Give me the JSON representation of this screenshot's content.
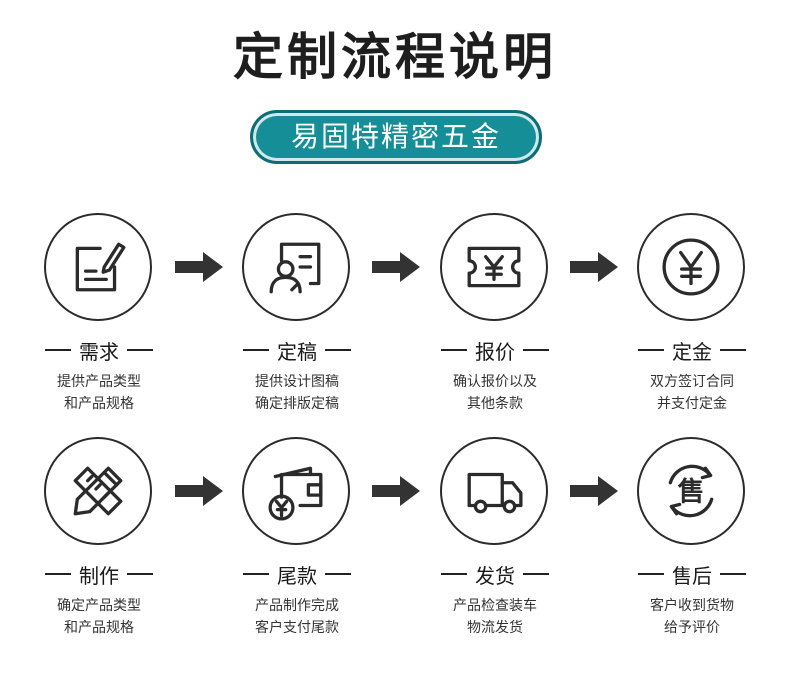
{
  "title": "定制流程说明",
  "subtitle": "易固特精密五金",
  "steps": [
    {
      "label": "需求",
      "line1": "提供产品类型",
      "line2": "和产品规格",
      "icon": "edit-document-icon"
    },
    {
      "label": "定稿",
      "line1": "提供设计图稿",
      "line2": "确定排版定稿",
      "icon": "designer-document-icon"
    },
    {
      "label": "报价",
      "line1": "确认报价以及",
      "line2": "其他条款",
      "icon": "price-ticket-icon"
    },
    {
      "label": "定金",
      "line1": "双方签订合同",
      "line2": "并支付定金",
      "icon": "yen-coin-icon"
    },
    {
      "label": "制作",
      "line1": "确定产品类型",
      "line2": "和产品规格",
      "icon": "pencil-ruler-icon"
    },
    {
      "label": "尾款",
      "line1": "产品制作完成",
      "line2": "客户支付尾款",
      "icon": "wallet-yen-icon"
    },
    {
      "label": "发货",
      "line1": "产品检查装车",
      "line2": "物流发货",
      "icon": "delivery-truck-icon"
    },
    {
      "label": "售后",
      "line1": "客户收到货物",
      "line2": "给予评价",
      "icon": "after-sales-cycle-icon",
      "glyph": "售"
    }
  ],
  "colors": {
    "accent": "#158e97",
    "accent_dark": "#0d6d74",
    "ink": "#2b2b2b"
  }
}
